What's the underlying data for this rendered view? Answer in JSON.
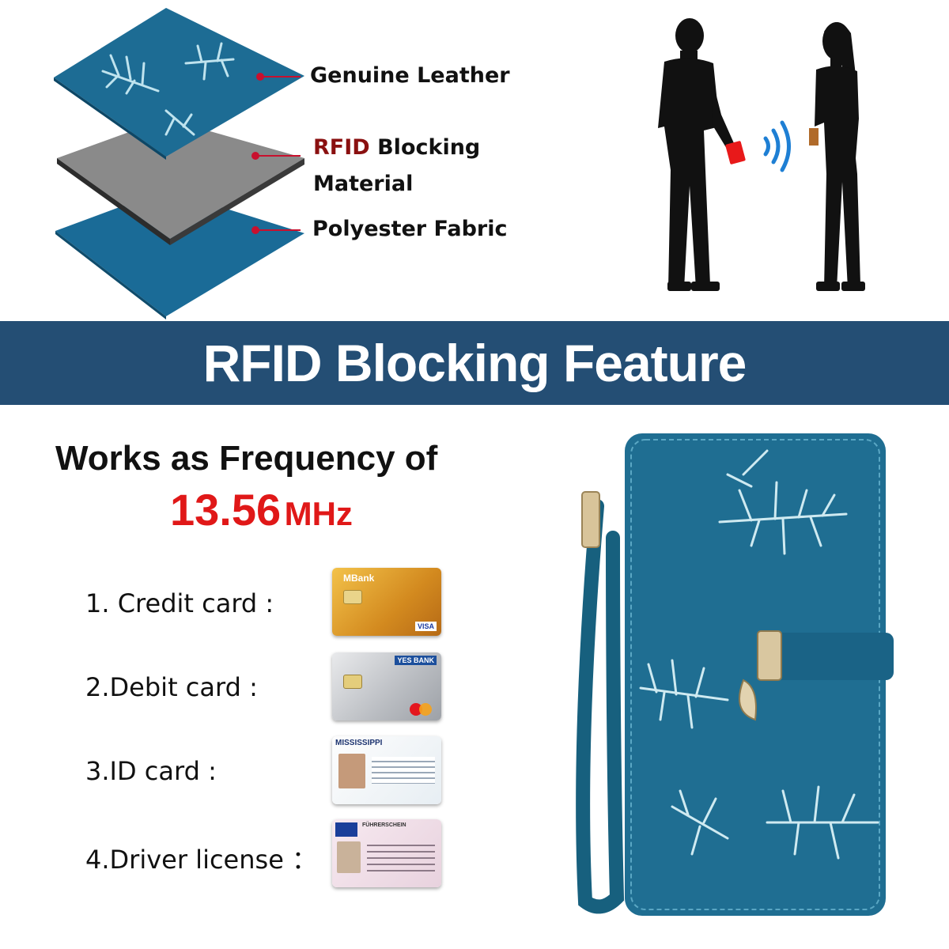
{
  "layers": {
    "leather_label": "Genuine Leather",
    "rfid_red": "RFID",
    "rfid_rest": " Blocking",
    "rfid_line2": "Material",
    "polyester_label": "Polyester Fabric"
  },
  "banner": {
    "title": "RFID Blocking Feature"
  },
  "frequency": {
    "line1": "Works as Frequency of",
    "number": "13.56",
    "unit": "MHz"
  },
  "cards": [
    {
      "label": "1. Credit card :",
      "icon": "credit-card-icon",
      "brand_text": "MBank",
      "logo_text": "VISA"
    },
    {
      "label": "2.Debit card :",
      "icon": "debit-card-icon",
      "brand_text": "YES BANK",
      "logo_text": "MasterCard"
    },
    {
      "label": "3.ID card :",
      "icon": "id-card-icon",
      "brand_text": "MISSISSIPPI",
      "logo_text": ""
    },
    {
      "label": "4.Driver license ：",
      "icon": "driver-license-icon",
      "brand_text": "FÜHRERSCHEIN",
      "logo_text": ""
    }
  ],
  "colors": {
    "banner": "#244e74",
    "accent_red": "#e01818",
    "leather_blue": "#1e6f96",
    "connector": "#c8102e"
  }
}
